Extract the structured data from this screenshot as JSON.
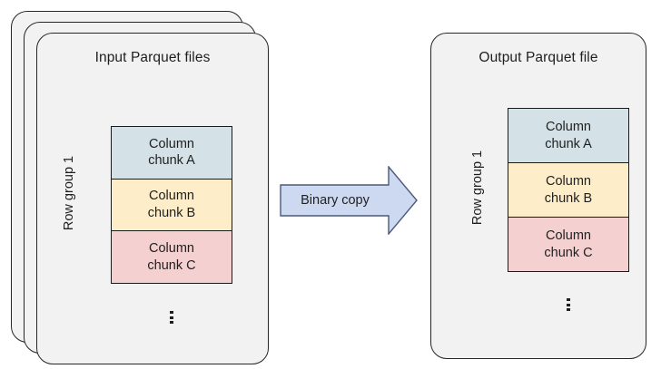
{
  "diagram": {
    "title_semantic": "parquet-binary-copy-diagram",
    "colors": {
      "canvas_background": "#ffffff",
      "card_fill": "#f2f2f2",
      "card_stroke": "#262626",
      "chunk_stroke": "#1a1a1a",
      "chunk_a_fill": "#d4e1e6",
      "chunk_b_fill": "#fdeec9",
      "chunk_c_fill": "#f5d0d0",
      "arrow_fill": "#ccd9f0",
      "arrow_stroke": "#4a5a78",
      "text": "#1f1f1f"
    }
  },
  "input_panel": {
    "title": "Input Parquet files",
    "stack_count": 3,
    "row_group_label": "Row group 1",
    "chunks": [
      {
        "line1": "Column",
        "line2": "chunk A",
        "fill": "#d4e1e6"
      },
      {
        "line1": "Column",
        "line2": "chunk B",
        "fill": "#fdeec9"
      },
      {
        "line1": "Column",
        "line2": "chunk C",
        "fill": "#f5d0d0"
      }
    ],
    "continuation": "vertical-ellipsis"
  },
  "connector": {
    "label": "Binary copy",
    "direction": "left-to-right",
    "shape": "block-arrow"
  },
  "output_panel": {
    "title": "Output Parquet file",
    "stack_count": 1,
    "row_group_label": "Row group 1",
    "chunks": [
      {
        "line1": "Column",
        "line2": "chunk A",
        "fill": "#d4e1e6"
      },
      {
        "line1": "Column",
        "line2": "chunk B",
        "fill": "#fdeec9"
      },
      {
        "line1": "Column",
        "line2": "chunk C",
        "fill": "#f5d0d0"
      }
    ],
    "continuation": "vertical-ellipsis"
  }
}
